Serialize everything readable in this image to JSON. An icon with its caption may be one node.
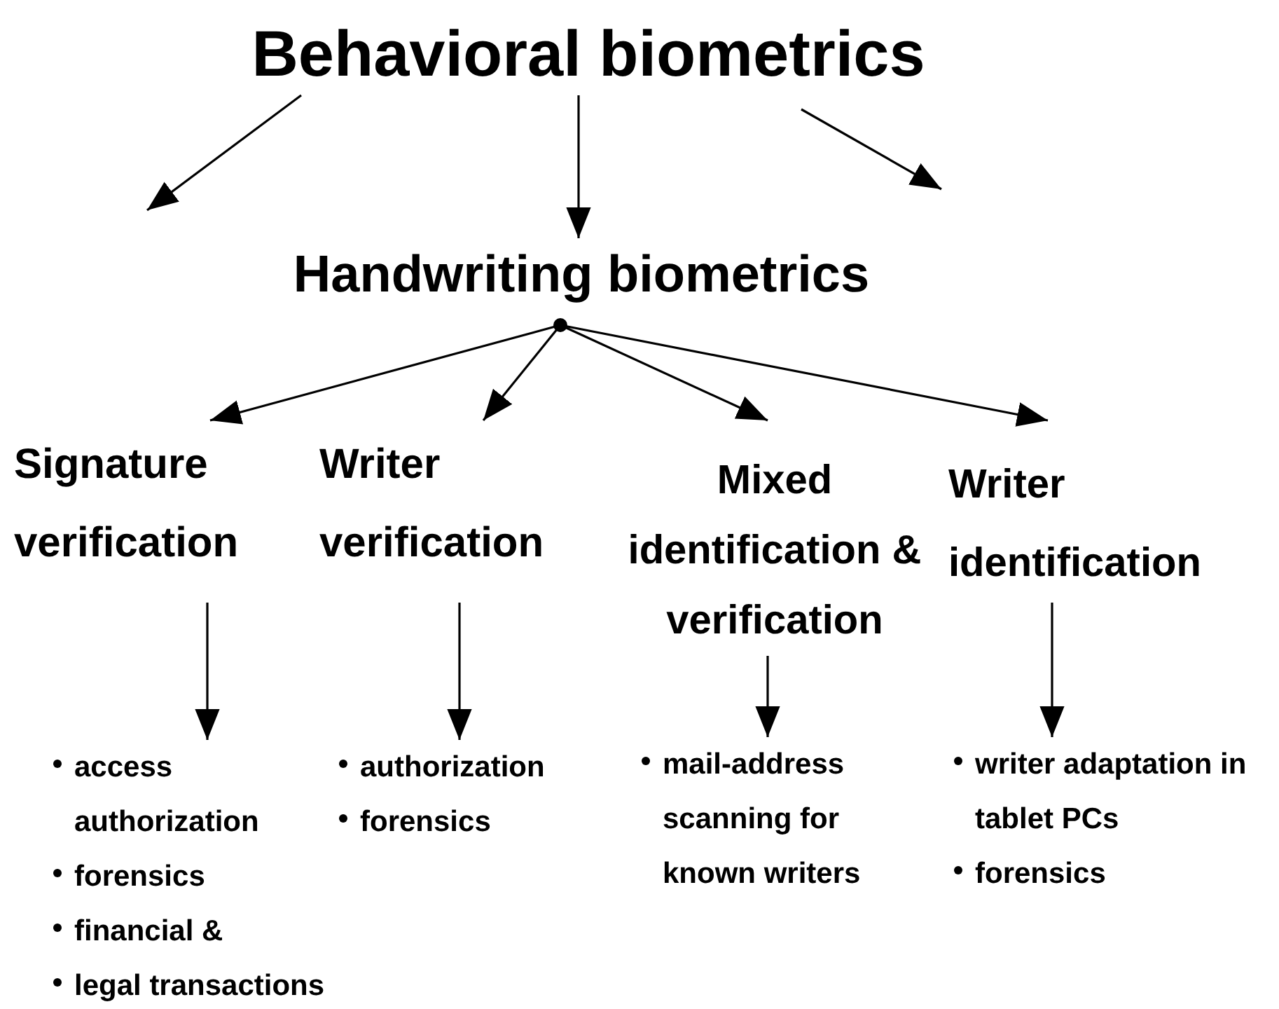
{
  "diagram": {
    "nodes": [
      {
        "text": [
          "Behavioral biometrics"
        ]
      },
      {
        "text": [
          "Handwriting biometrics"
        ]
      },
      {
        "text": [
          "Signature verification"
        ]
      },
      {
        "text": [
          "Writer verification"
        ]
      },
      {
        "text": [
          "Mixed identification & verification"
        ]
      },
      {
        "text": [
          "Writer identification"
        ]
      },
      {
        "text": [
          "access authorization",
          "forensics",
          "financial &",
          "legal transactions"
        ]
      },
      {
        "text": [
          "authorization",
          "forensics"
        ]
      },
      {
        "text": [
          "mail-address scanning for known writers"
        ]
      },
      {
        "text": [
          "writer adaptation in tablet PCs",
          "forensics"
        ]
      }
    ],
    "edges": [
      {
        "from": 0,
        "to": null,
        "arrow": "to"
      },
      {
        "from": 0,
        "to": 1,
        "arrow": "to"
      },
      {
        "from": 0,
        "to": null,
        "arrow": "to"
      },
      {
        "from": 1,
        "to": 2,
        "arrow": "to"
      },
      {
        "from": 1,
        "to": 3,
        "arrow": "to"
      },
      {
        "from": 1,
        "to": 4,
        "arrow": "to"
      },
      {
        "from": 1,
        "to": 5,
        "arrow": "to"
      },
      {
        "from": 2,
        "to": 6,
        "arrow": "to"
      },
      {
        "from": 3,
        "to": 7,
        "arrow": "to"
      },
      {
        "from": 4,
        "to": 8,
        "arrow": "to"
      },
      {
        "from": 5,
        "to": 9,
        "arrow": "to"
      }
    ]
  }
}
